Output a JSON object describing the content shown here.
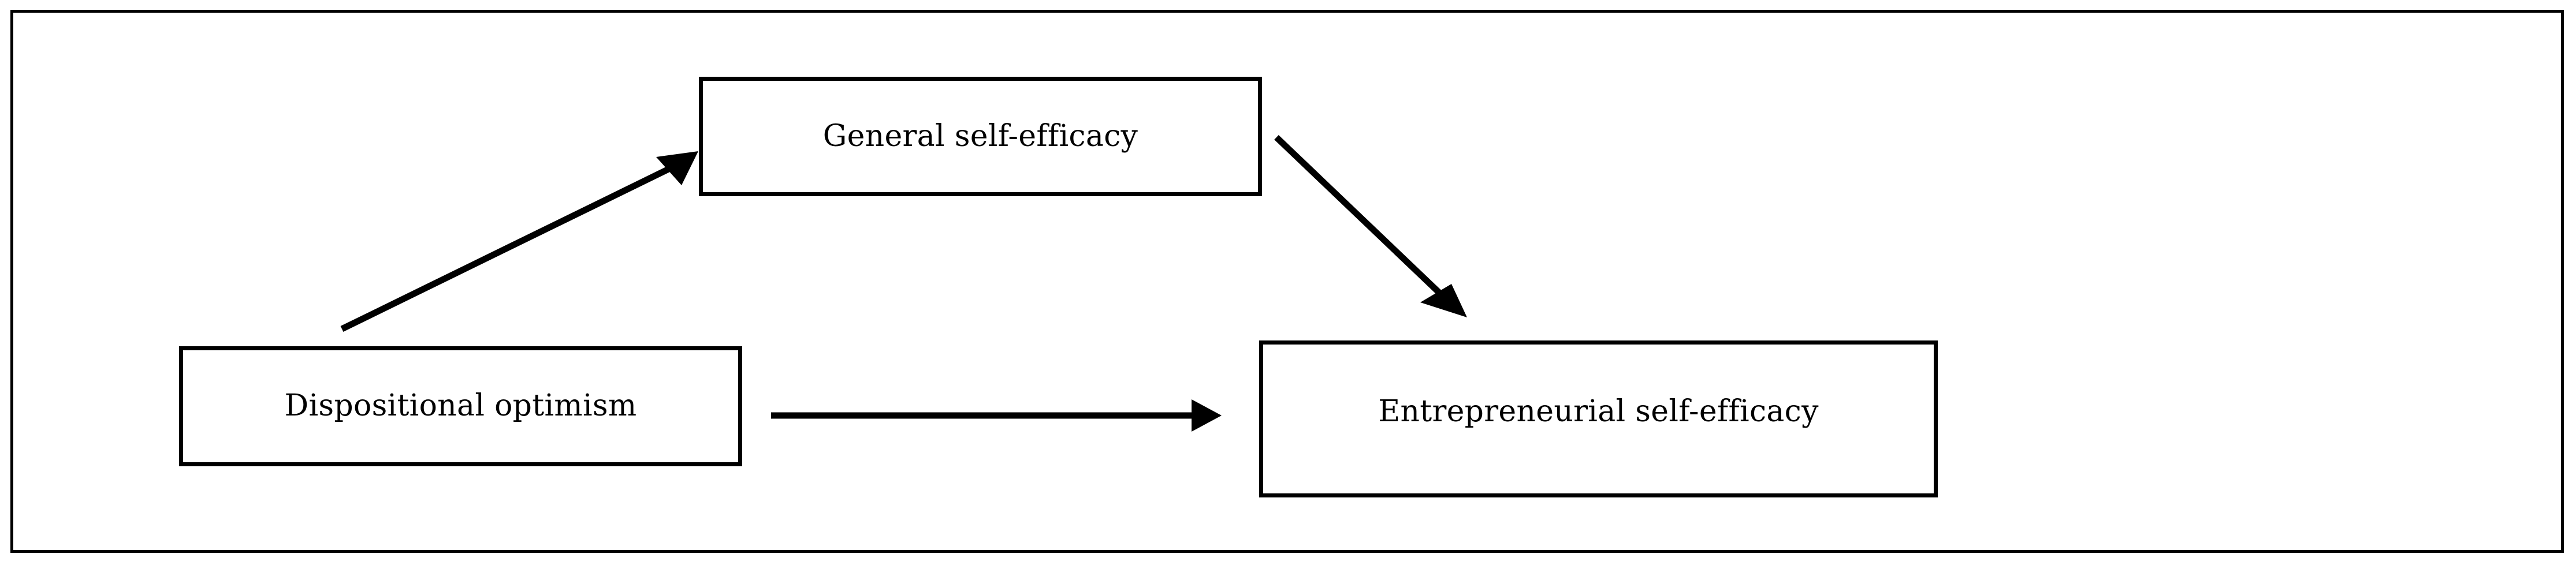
{
  "figure": {
    "type": "path-model-diagram",
    "frame": {
      "border_color": "#000000",
      "background": "#ffffff"
    },
    "nodes": [
      {
        "id": "general-self-efficacy",
        "label": "General self-efficacy",
        "role": "mediator",
        "position": "top-center"
      },
      {
        "id": "dispositional-optimism",
        "label": "Dispositional optimism",
        "role": "predictor",
        "position": "bottom-left"
      },
      {
        "id": "entrepreneurial-self-efficacy",
        "label": "Entrepreneurial self-efficacy",
        "role": "outcome",
        "position": "bottom-right"
      }
    ],
    "edges": [
      {
        "id": "edge-optimism-to-general",
        "from": "dispositional-optimism",
        "to": "general-self-efficacy",
        "style": "solid",
        "arrowhead": "filled-triangle",
        "direction": "up-right"
      },
      {
        "id": "edge-general-to-entrepreneurial",
        "from": "general-self-efficacy",
        "to": "entrepreneurial-self-efficacy",
        "style": "solid",
        "arrowhead": "filled-triangle",
        "direction": "down-right"
      },
      {
        "id": "edge-optimism-to-entrepreneurial",
        "from": "dispositional-optimism",
        "to": "entrepreneurial-self-efficacy",
        "style": "solid",
        "arrowhead": "filled-triangle",
        "direction": "right"
      }
    ],
    "colors": {
      "line": "#000000",
      "text": "#000000",
      "background": "#ffffff"
    }
  }
}
